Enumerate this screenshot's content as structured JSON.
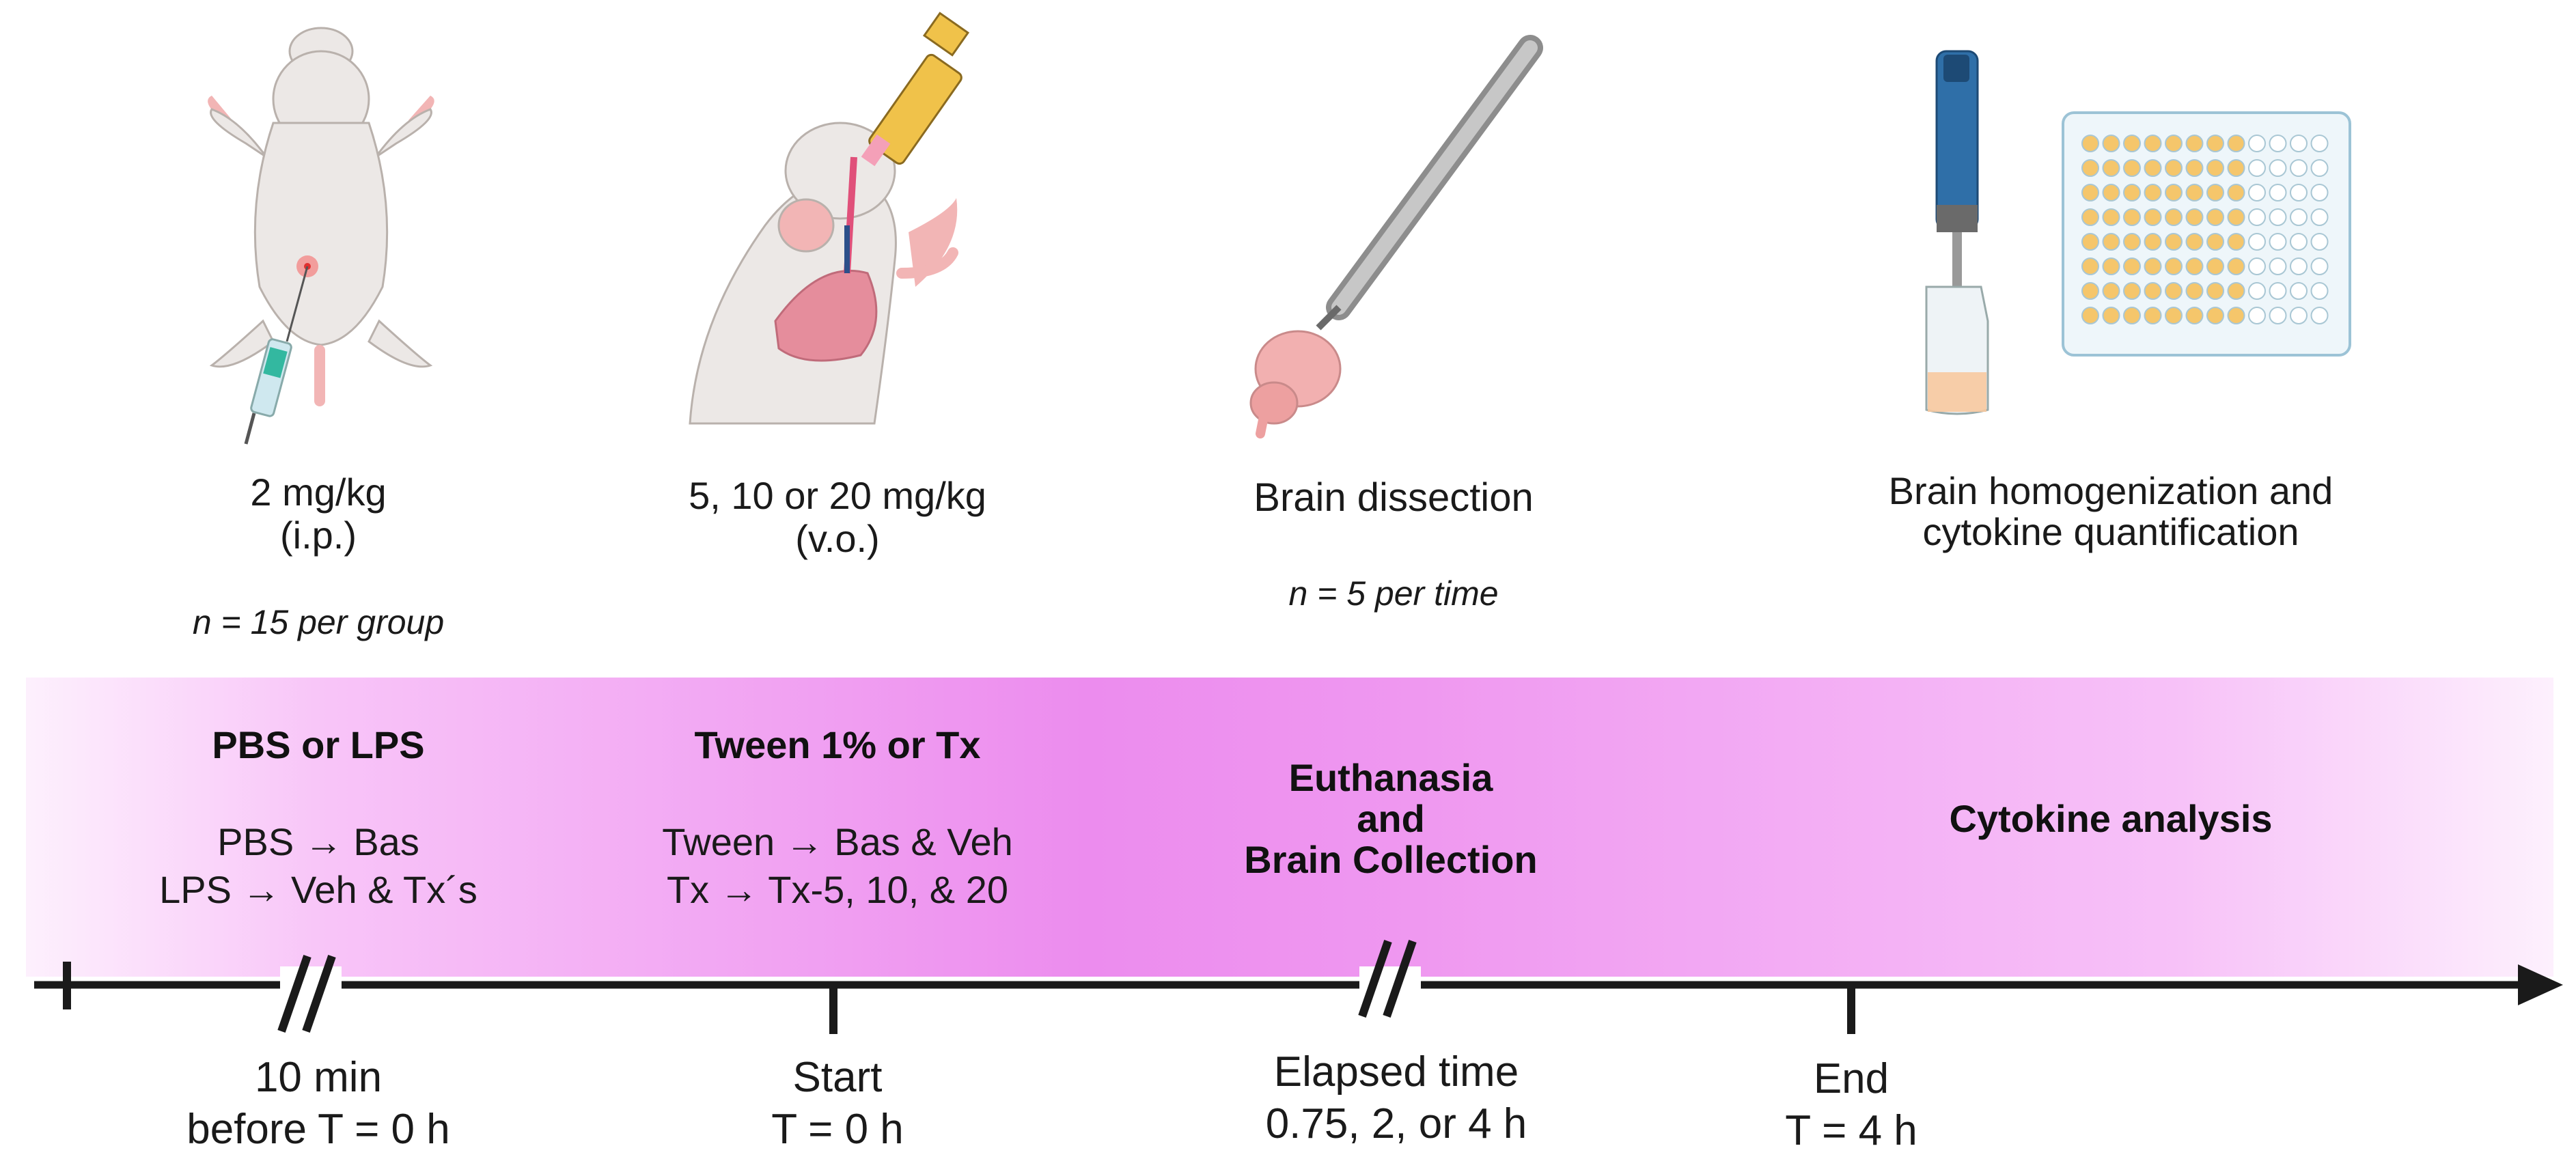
{
  "colors": {
    "band_light": "#fbe0fb",
    "band_mid": "#f0a0f2",
    "band_strong": "#ec88ee",
    "axis": "#1a1a1a",
    "mouse_body": "#ece8e6",
    "mouse_outline": "#b9b1ac",
    "pink_skin": "#f2b5b5",
    "lung": "#e58d9c",
    "syringe_green": "#33b8a0",
    "syringe_yellow": "#f0c24a",
    "homogenizer_blue": "#2f6fa8",
    "plate_well": "#f5c66b"
  },
  "steps": [
    {
      "icon": "injected-mouse-icon",
      "dose_line1": "2 mg/kg",
      "dose_line2": "(i.p.)",
      "n_note": "n = 15 per group",
      "title": "PBS or LPS",
      "detail_line1": "PBS → Bas",
      "detail_line2": "LPS → Veh & Tx´s",
      "time_line1": "10 min",
      "time_line2": "before T = 0 h"
    },
    {
      "icon": "oral-gavage-mouse-icon",
      "dose_line1": "5, 10 or 20 mg/kg",
      "dose_line2": "(v.o.)",
      "title": "Tween 1% or Tx",
      "detail_line1": "Tween → Bas & Veh",
      "detail_line2": "Tx → Tx-5, 10, & 20",
      "time_line1": "Start",
      "time_line2": "T = 0 h"
    },
    {
      "icon": "forceps-brain-icon",
      "dose_line1": "Brain dissection",
      "n_note": "n = 5 per time",
      "title_line1": "Euthanasia",
      "title_line2": "and",
      "title_line3": "Brain Collection",
      "time_line1": "Elapsed time",
      "time_line2": "0.75, 2, or 4 h"
    },
    {
      "icon": "homogenizer-plate-icon",
      "dose_line1": "Brain homogenization and",
      "dose_line2": "cytokine quantification",
      "title": "Cytokine analysis",
      "time_line1": "End",
      "time_line2": "T = 4 h"
    }
  ],
  "plate": {
    "rows": 8,
    "cols": 12,
    "filled_cols": 8
  }
}
